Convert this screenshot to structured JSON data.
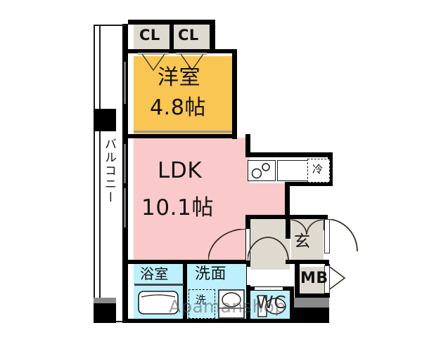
{
  "plan": {
    "title": "間取り図",
    "watermark": "Apamanshop",
    "colors": {
      "bedroom": "#f9c553",
      "ldk": "#fac9ca",
      "water": "#bdf0fc",
      "hall": "#dedad0",
      "closet": "#dedad0",
      "wall": "#000000",
      "white": "#ffffff",
      "gray_block": "#8a8a8a",
      "watermark": "#5a5a5a"
    },
    "rooms": [
      {
        "key": "balcony",
        "label": "バルコニー",
        "orientation": "vertical",
        "fill": "#ffffff"
      },
      {
        "key": "closet_l",
        "label": "CL",
        "orientation": "horizontal",
        "fill": "#dedad0"
      },
      {
        "key": "closet_r",
        "label": "CL",
        "orientation": "horizontal",
        "fill": "#dedad0"
      },
      {
        "key": "bedroom",
        "label": "洋室",
        "area": "4.8帖",
        "orientation": "horizontal",
        "fill": "#f9c553"
      },
      {
        "key": "ldk",
        "label": "LDK",
        "area": "10.1帖",
        "orientation": "horizontal",
        "fill": "#fac9ca"
      },
      {
        "key": "bath",
        "label": "浴室",
        "orientation": "horizontal",
        "fill": "#bdf0fc"
      },
      {
        "key": "washroom",
        "label": "洗面",
        "orientation": "horizontal",
        "fill": "#bdf0fc"
      },
      {
        "key": "toilet",
        "label": "WC",
        "orientation": "horizontal",
        "fill": "#bdf0fc"
      },
      {
        "key": "entrance",
        "label": "玄",
        "orientation": "horizontal",
        "fill": "#dedad0"
      },
      {
        "key": "meterbox",
        "label": "MB",
        "orientation": "horizontal",
        "fill": "#dedad0"
      },
      {
        "key": "hall",
        "label": "",
        "orientation": "horizontal",
        "fill": "#dedad0"
      }
    ],
    "fixtures": [
      {
        "key": "stove",
        "label": "",
        "note": "two-burner cooktop"
      },
      {
        "key": "sink",
        "label": "",
        "note": "kitchen sink counter"
      },
      {
        "key": "refrigerator",
        "label": "冷",
        "note": "refrigerator space, dashed outline"
      },
      {
        "key": "washer",
        "label": "洗",
        "note": "washing machine space, dashed outline"
      },
      {
        "key": "bathtub",
        "label": "",
        "note": "bathtub"
      },
      {
        "key": "vanity",
        "label": "",
        "note": "wash basin"
      },
      {
        "key": "wc_bowl",
        "label": "",
        "note": "toilet bowl"
      }
    ],
    "labels": {
      "balcony": "バルコニー",
      "closet_left": "CL",
      "closet_right": "CL",
      "bedroom_name": "洋室",
      "bedroom_area": "4.8帖",
      "ldk_name": "LDK",
      "ldk_area": "10.1帖",
      "bath": "浴室",
      "washroom": "洗面",
      "toilet": "WC",
      "entrance": "玄",
      "meterbox": "MB",
      "fridge": "冷",
      "washer": "洗"
    }
  }
}
